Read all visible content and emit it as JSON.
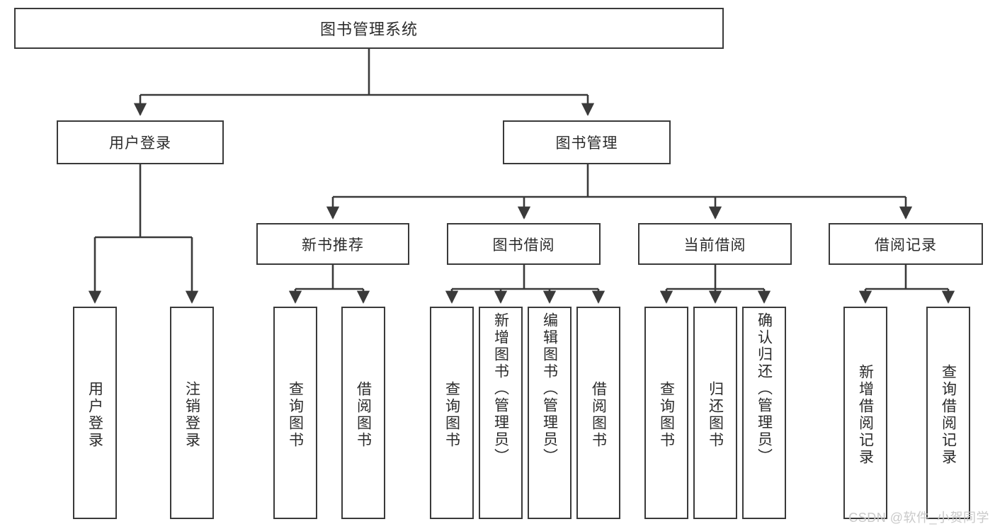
{
  "diagram": {
    "type": "tree",
    "title": "图书管理系统",
    "watermark": "CSDN @软件_小贺同学",
    "colors": {
      "box_border": "#3a3a3a",
      "box_fill": "#ffffff",
      "line": "#3a3a3a",
      "text": "#2b2b2b",
      "watermark": "#c9c9c9"
    },
    "root": {
      "label": "图书管理系统"
    },
    "level2": [
      {
        "label": "用户登录"
      },
      {
        "label": "图书管理"
      }
    ],
    "level3": [
      {
        "label": "新书推荐"
      },
      {
        "label": "图书借阅"
      },
      {
        "label": "当前借阅"
      },
      {
        "label": "借阅记录"
      }
    ],
    "leaves": {
      "user_login": [
        {
          "label": "用户登录"
        },
        {
          "label": "注销登录"
        }
      ],
      "new_book": [
        {
          "label": "查询图书"
        },
        {
          "label": "借阅图书"
        }
      ],
      "borrow": [
        {
          "label": "查询图书"
        },
        {
          "label": "新增图书（管理员）"
        },
        {
          "label": "编辑图书（管理员）"
        },
        {
          "label": "借阅图书"
        }
      ],
      "current": [
        {
          "label": "查询图书"
        },
        {
          "label": "归还图书"
        },
        {
          "label": "确认归还（管理员）"
        }
      ],
      "records": [
        {
          "label": "新增借阅记录"
        },
        {
          "label": "查询借阅记录"
        }
      ]
    }
  }
}
